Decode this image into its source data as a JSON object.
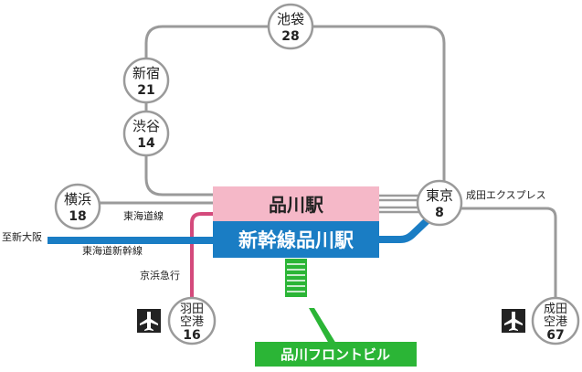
{
  "stations": {
    "ikebukuro": {
      "name": "池袋",
      "minutes": "28"
    },
    "shinjuku": {
      "name": "新宿",
      "minutes": "21"
    },
    "shibuya": {
      "name": "渋谷",
      "minutes": "14"
    },
    "yokohama": {
      "name": "横浜",
      "minutes": "18"
    },
    "tokyo": {
      "name": "東京",
      "minutes": "8"
    },
    "haneda": {
      "name_line1": "羽田",
      "name_line2": "空港",
      "minutes": "16"
    },
    "narita": {
      "name_line1": "成田",
      "name_line2": "空港",
      "minutes": "67"
    }
  },
  "hub": {
    "jr_label": "品川駅",
    "shinkansen_label": "新幹線品川駅"
  },
  "line_labels": {
    "tokaido": "東海道線",
    "tokaido_shinkansen": "東海道新幹線",
    "keikyu": "京浜急行",
    "narita_express": "成田エクスプレス",
    "to_shin_osaka": "至新大阪"
  },
  "destination": {
    "label": "品川フロントビル"
  },
  "icons": [
    "airplane-icon",
    "airplane-icon"
  ],
  "colors": {
    "jr_box": "#f5b8c8",
    "shinkansen_box": "#1a7dc4",
    "keikyu_line": "#d44a7c",
    "rail_gray": "#9a9a9a",
    "building_green": "#2bb536",
    "dest_label_bg": "#2bb536"
  }
}
